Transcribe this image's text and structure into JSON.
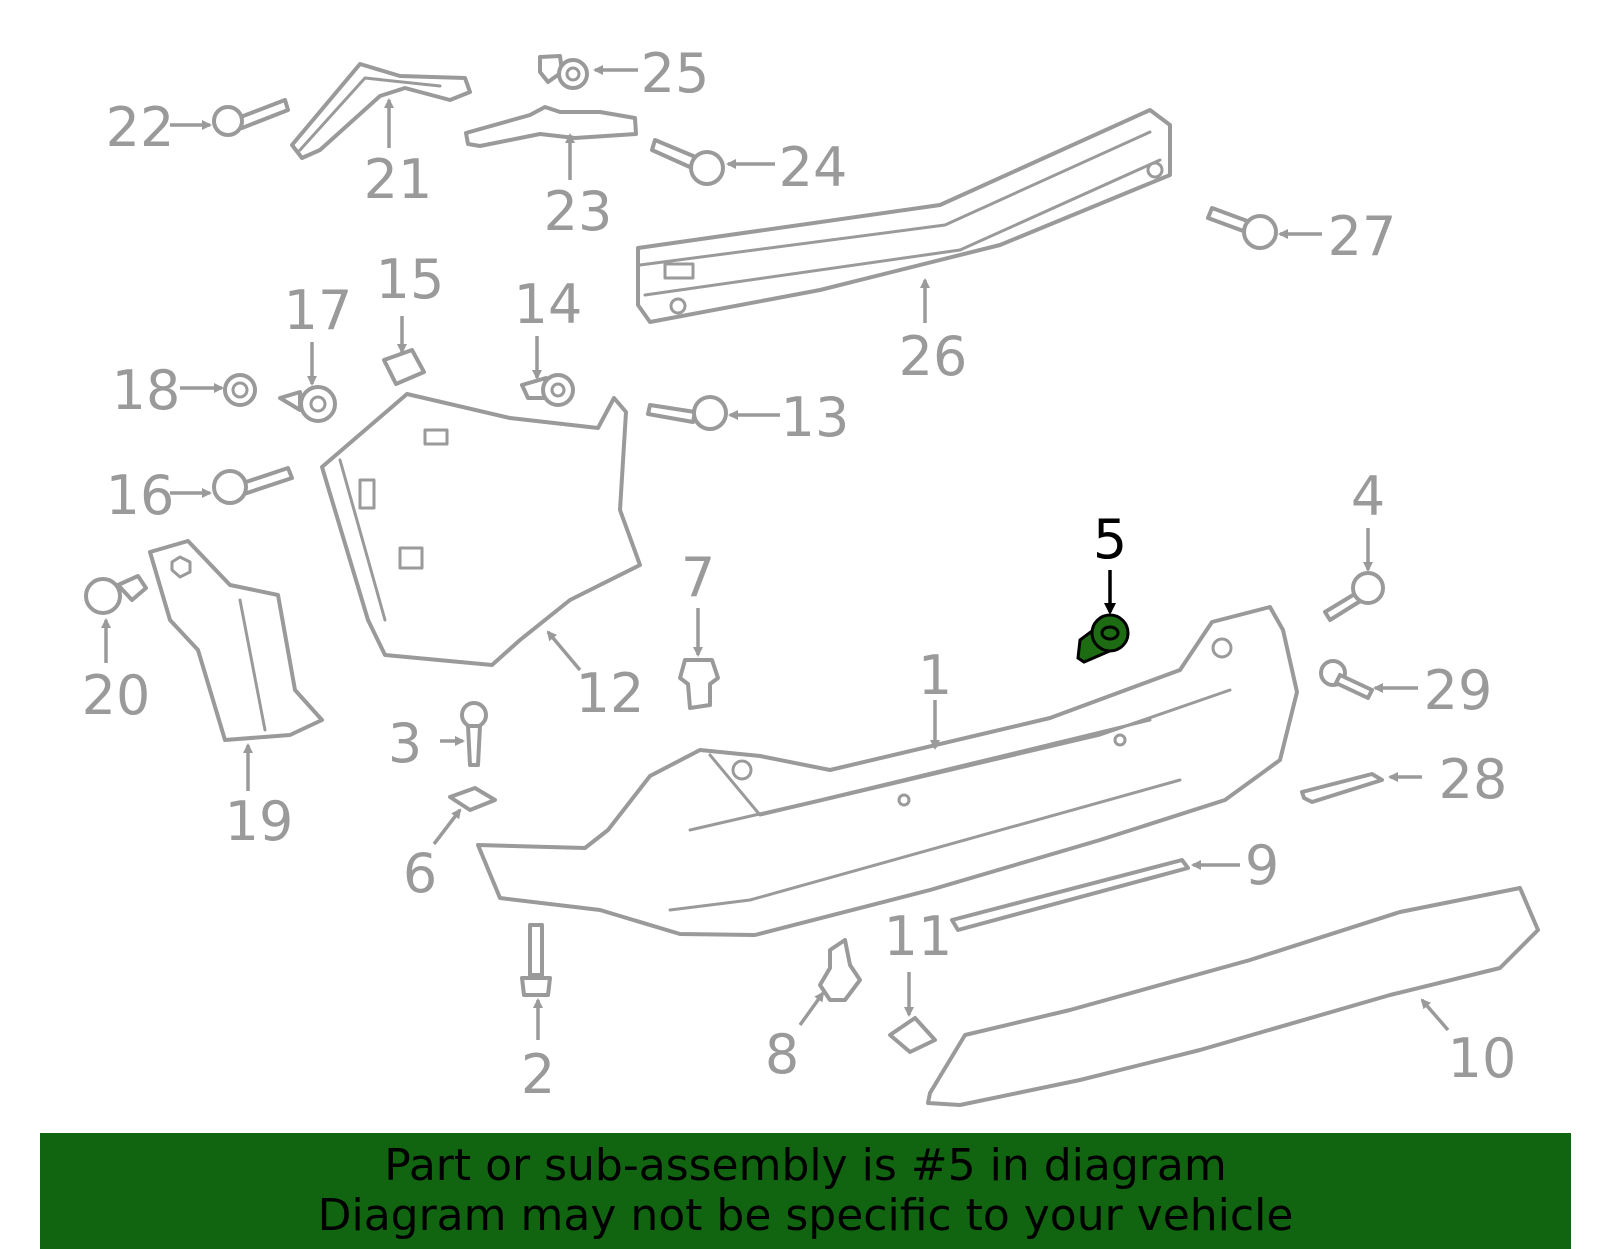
{
  "colors": {
    "banner_bg": "#116410",
    "part_stroke": "#9a9a9a",
    "highlight_fill": "#1d6b12",
    "highlight_text": "#000000"
  },
  "highlighted_part": "5",
  "callouts": [
    {
      "id": "1"
    },
    {
      "id": "2"
    },
    {
      "id": "3"
    },
    {
      "id": "4"
    },
    {
      "id": "5"
    },
    {
      "id": "6"
    },
    {
      "id": "7"
    },
    {
      "id": "8"
    },
    {
      "id": "9"
    },
    {
      "id": "10"
    },
    {
      "id": "11"
    },
    {
      "id": "12"
    },
    {
      "id": "13"
    },
    {
      "id": "14"
    },
    {
      "id": "15"
    },
    {
      "id": "16"
    },
    {
      "id": "17"
    },
    {
      "id": "18"
    },
    {
      "id": "19"
    },
    {
      "id": "20"
    },
    {
      "id": "21"
    },
    {
      "id": "22"
    },
    {
      "id": "23"
    },
    {
      "id": "24"
    },
    {
      "id": "25"
    },
    {
      "id": "26"
    },
    {
      "id": "27"
    },
    {
      "id": "28"
    },
    {
      "id": "29"
    }
  ],
  "banner": {
    "line1": "Part or sub-assembly is #5 in diagram",
    "line2": "Diagram may not be specific to your vehicle"
  }
}
